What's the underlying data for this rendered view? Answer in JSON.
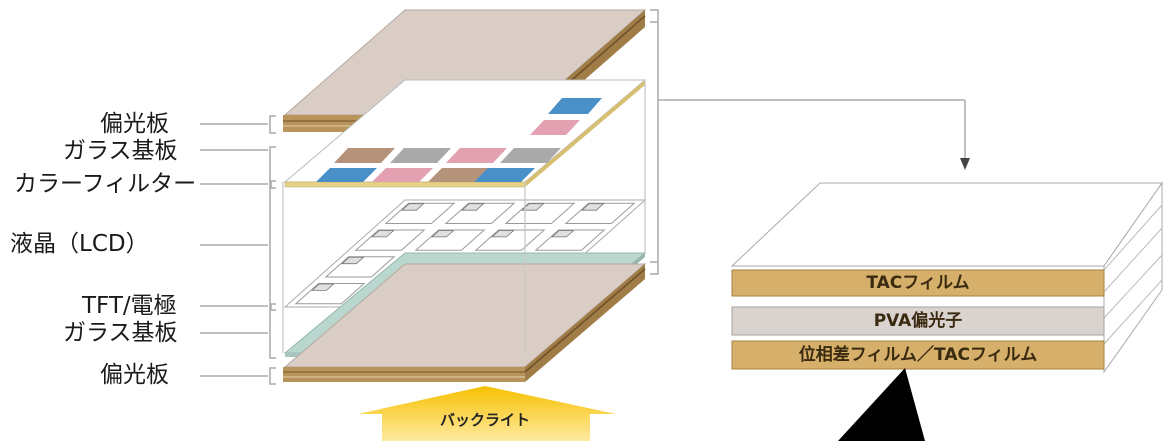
{
  "labels": {
    "polarizer_top": "偏光板",
    "glass_top": "ガラス基板",
    "color_filter": "カラーフィルター",
    "liquid_crystal": "液晶（LCD）",
    "tft_electrode": "TFT/電極",
    "glass_bottom": "ガラス基板",
    "polarizer_bottom": "偏光板"
  },
  "detail_layers": {
    "top": "TACフィルム",
    "middle": "PVA偏光子",
    "bottom": "位相差フィルム／TACフィルム"
  },
  "backlight": "バックライト",
  "colors": {
    "polarizer": "#b8935a",
    "polarizer_top_face": "#d9cdc5",
    "glass_tint": "#b9d6cf",
    "filter_blue": "#4a90c8",
    "filter_pink": "#e3a0b0",
    "filter_brown": "#b5927a",
    "filter_gray": "#a9a9a9",
    "tac_film": "#d6b06a",
    "pva": "#d9d3d0",
    "backlight_arrow": "#f6c000"
  }
}
